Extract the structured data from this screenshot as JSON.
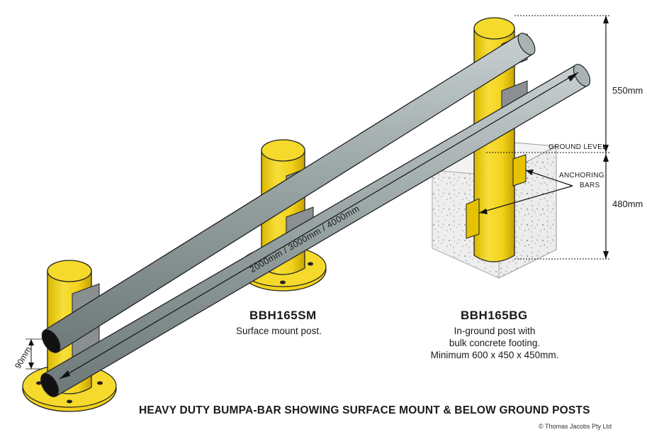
{
  "products": {
    "surface_mount": {
      "code": "BBH165SM",
      "description": "Surface mount post."
    },
    "in_ground": {
      "code": "BBH165BG",
      "description_lines": [
        "In-ground post with",
        "bulk concrete footing.",
        "Minimum 600 x 450 x 450mm."
      ]
    }
  },
  "dimensions": {
    "above_ground": "550mm",
    "below_ground": "480mm",
    "bar_diameter": "90mm",
    "bar_lengths": "2000mm / 3000mm / 4000mm"
  },
  "callouts": {
    "ground_level": "GROUND LEVEL",
    "anchoring_bars_line1": "ANCHORING",
    "anchoring_bars_line2": "BARS"
  },
  "caption": "HEAVY DUTY BUMPA-BAR SHOWING SURFACE MOUNT & BELOW GROUND POSTS",
  "copyright": "© Thomas Jacobs Pty Ltd",
  "colors": {
    "post_yellow": "#f2d21b",
    "post_shadow": "#c9a800",
    "bar_grey": "#9aa5a6",
    "bar_dark": "#5f6a6b",
    "concrete": "#ebebeb",
    "bracket_grey": "#8a9091"
  }
}
